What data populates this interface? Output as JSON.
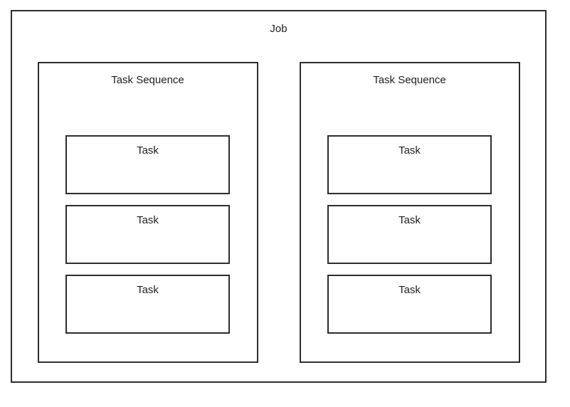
{
  "diagram": {
    "colors": {
      "border": "#2d2d2d",
      "text": "#1f1f1f",
      "background": "#ffffff"
    },
    "job": {
      "label": "Job",
      "sequences": [
        {
          "label": "Task Sequence",
          "tasks": [
            {
              "label": "Task"
            },
            {
              "label": "Task"
            },
            {
              "label": "Task"
            }
          ]
        },
        {
          "label": "Task Sequence",
          "tasks": [
            {
              "label": "Task"
            },
            {
              "label": "Task"
            },
            {
              "label": "Task"
            }
          ]
        }
      ]
    }
  }
}
